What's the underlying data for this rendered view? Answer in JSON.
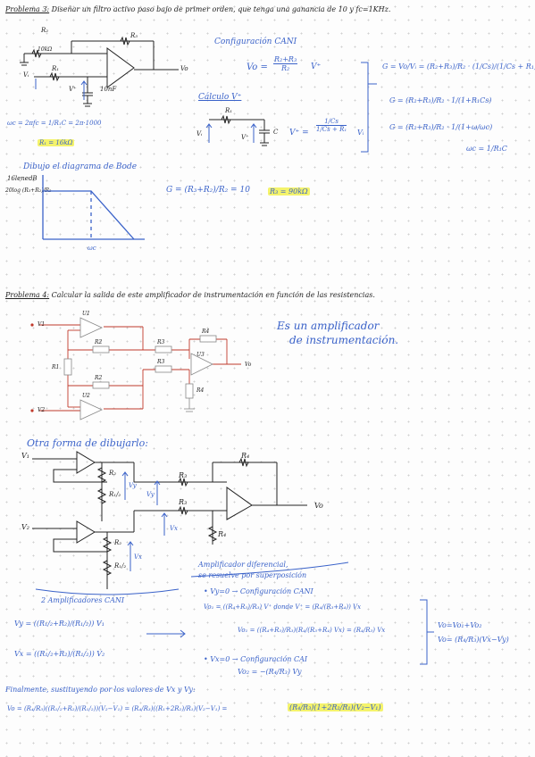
{
  "p3": {
    "title": "Problema 3:",
    "statement": "Diseñar un filtro activo paso bajo de primer orden, que tenga una ganancia de 10 y fc=1KHz.",
    "r2": "R₂",
    "r2_value": "10kΩ",
    "r3": "R₃",
    "r1": "R₁",
    "vi": "Vᵢ",
    "vplus": "V⁺",
    "cap": "10nF",
    "vo": "Vo",
    "config_title": "Configuración CANI",
    "vo_eq_lhs": "Vo =",
    "vo_eq_num": "R₂+R₃",
    "vo_eq_den": "R₂",
    "vo_eq_rhs": "V⁺",
    "calc_title": "Cálculo V⁺",
    "calc_r1": "R₁",
    "calc_vi": "Vᵢ",
    "calc_vplus": "V⁺",
    "calc_c": "C",
    "vplus_eq": "V⁺ =",
    "vplus_num": "1/Cs",
    "vplus_den": "1/Cs + R₁",
    "vplus_vi": "Vᵢ",
    "g_eq1": "G = Vo/Vᵢ = (R₂+R₃)/R₂ · (1/Cs)/(1/Cs + R₁)",
    "g_eq2": "G = (R₂+R₃)/R₂ · 1/(1+R₁Cs)",
    "g_eq3": "G = (R₂+R₃)/R₂ · 1/(1+ω/ωc)",
    "wc_eq": "ωc = 1/R₁C",
    "wc_calc": "ωc = 2πfc = 1/R₁C = 2π·1000",
    "r1_result": "R₁ = 16kΩ",
    "bode_title": "Dibujo el diagrama de Bode",
    "bode_db": "16lenedB",
    "bode_gain": "20log (R₃+R₂)/R₂",
    "bode_wc": "ωc",
    "gain_eq": "G = (R₃+R₂)/R₂ = 10",
    "r3_result": "R₃ = 90kΩ"
  },
  "p4": {
    "title": "Problema 4:",
    "statement": "Calcular la salida de este amplificador de instrumentación en función de las resistencias.",
    "note_line1": "Es un amplificador",
    "note_line2": "de instrumentación.",
    "v1": "V1",
    "v2": "V2",
    "u1": "U1",
    "u2": "U2",
    "u3": "U3",
    "r1": "R1",
    "r2a": "R2",
    "r2b": "R2",
    "r3a": "R3",
    "r3b": "R3",
    "r4a": "R4",
    "r4b": "R4",
    "vo": "Vo",
    "other_title": "Otra forma de dibujarlo:",
    "s_v1": "V₁",
    "s_v2": "V₂",
    "s_r2a": "R₂",
    "s_r1a": "R₁/₂",
    "s_r2b": "R₂",
    "s_r1b": "R₁/₂",
    "s_r3a": "R₃",
    "s_r3b": "R₃",
    "s_r4a": "R₄",
    "s_r4b": "R₄",
    "s_vy1": "Vy",
    "s_vy2": "Vy",
    "s_vx1": "Vx",
    "s_vx2": "Vx",
    "s_vo": "Vo",
    "diff_title": "Amplificador diferencial,",
    "diff_sub": "se resuelve por superposición",
    "two_amp": "2 Amplificadores CANI",
    "vy_eq": "Vy = ((R₁/₂+R₂)/(R₁/₂)) V₁",
    "vx_eq": "Vx = ((R₁/₂+R₂)/(R₁/₂)) V₂",
    "case1": "• Vy=0 → Configuración CANI",
    "vo1_eq": "Vo₁ = ((R₄+R₃)/R₃) V⁺   donde V⁺ = (R₄/(R₃+R₄)) Vx",
    "vo1_eq2": "Vo₁ = ((R₄+R₃)/R₃)(R₄/(R₃+R₄) Vx) = (R₄/R₃) Vx",
    "case2": "• Vx=0 → Configuración CAI",
    "vo2_eq": "Vo₂ = −(R₄/R₃) Vy",
    "sum_eq1": "Vo=Vo₁+Vo₂",
    "sum_eq2": "Vo= (R₄/R₃)(Vx−Vy)",
    "final_title": "Finalmente, sustituyendo por los valores de Vx y Vy:",
    "final_eq": "Vo = (R₄/R₃)((R₁/₂+R₂)/(R₁/₂))(V₂−V₁) = (R₄/R₃)((R₁+2R₂)/R₁)(V₂−V₁) =",
    "final_result": "(R₄/R₃)(1+2R₂/R₁)(V₂−V₁)"
  },
  "colors": {
    "ink_blue": "#3a62c9",
    "ink_black": "#222222",
    "highlight": "#f4f36b",
    "circuit_red": "#c0392b"
  }
}
